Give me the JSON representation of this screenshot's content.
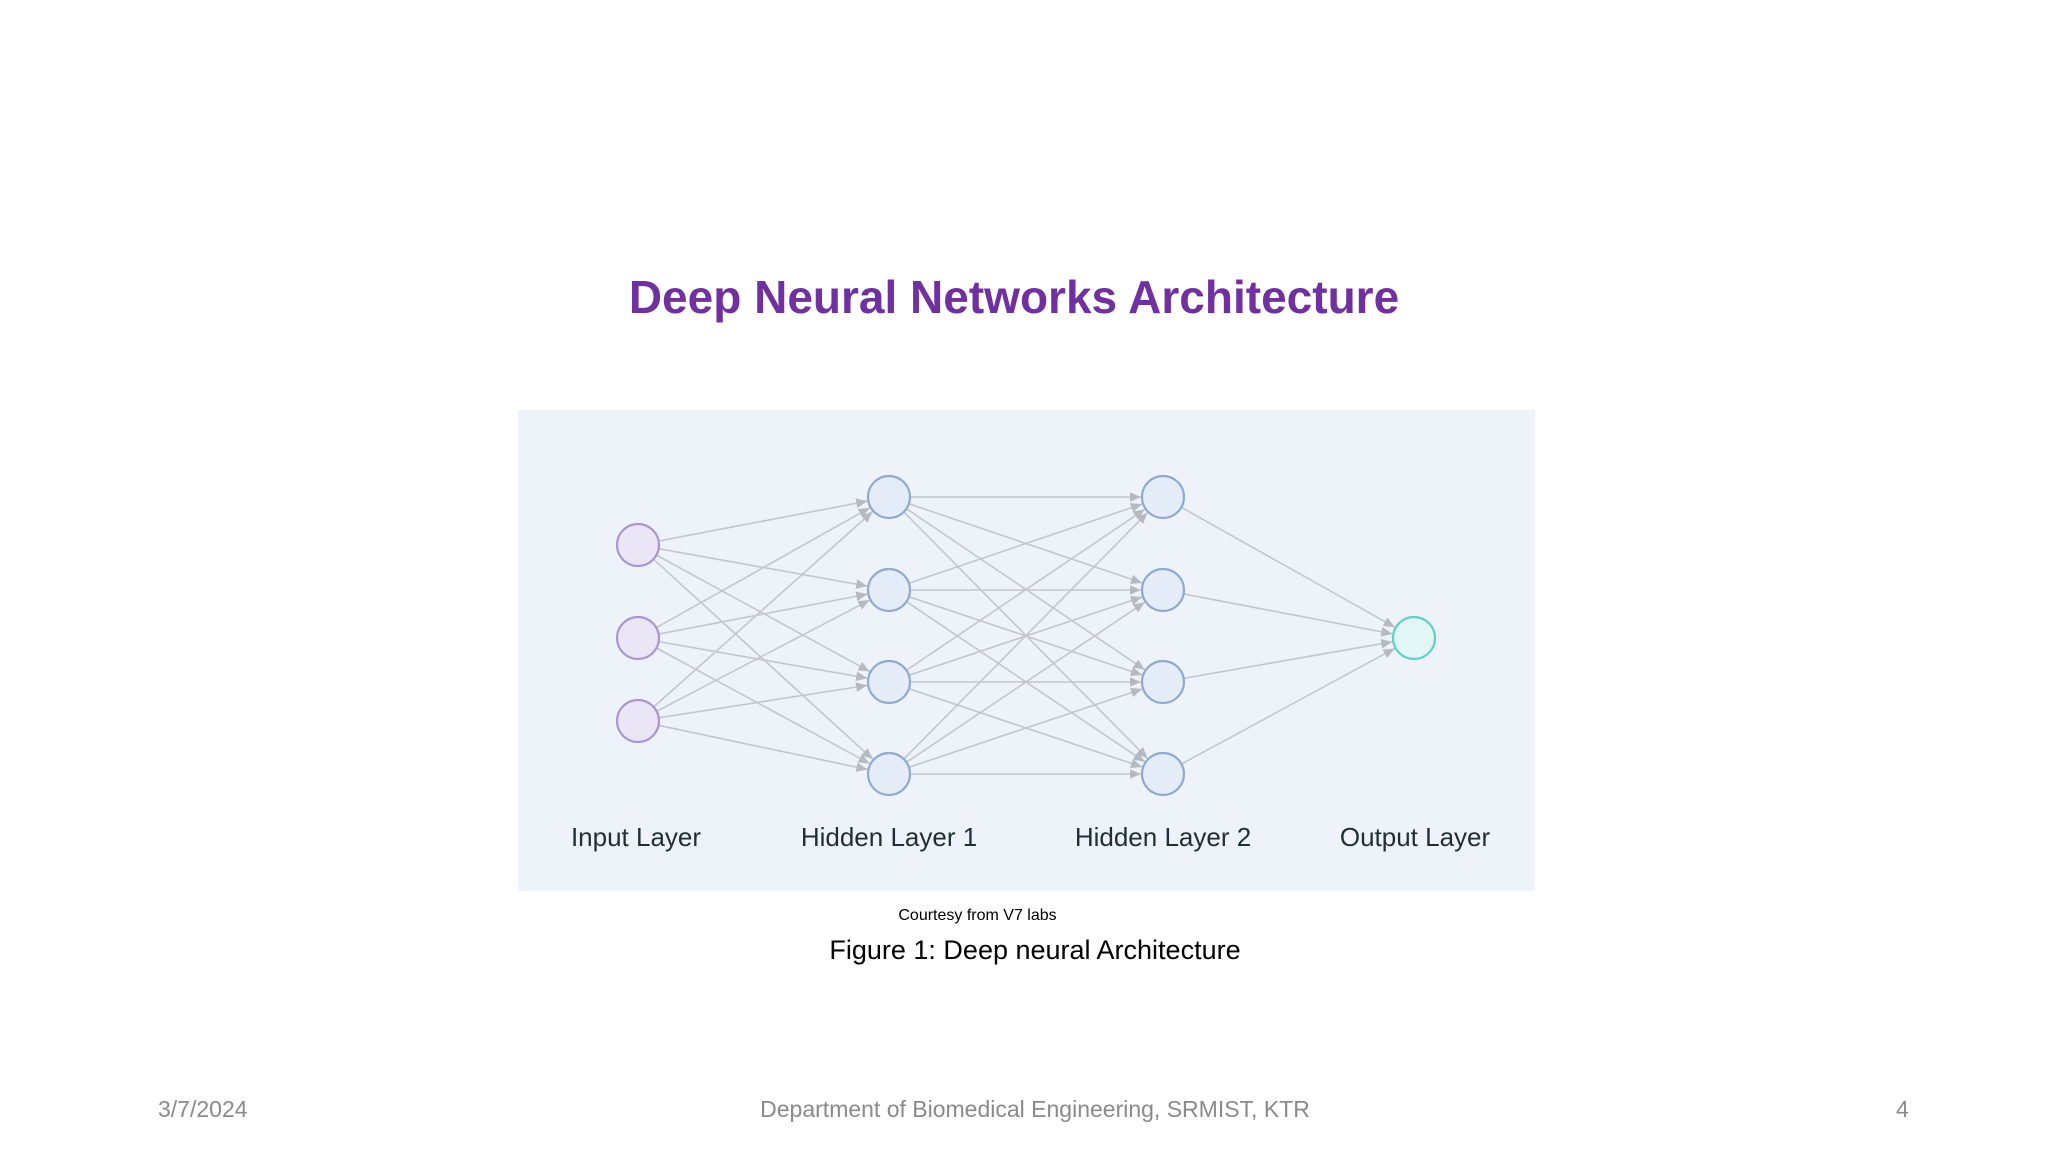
{
  "slide": {
    "title": "Deep Neural Networks Architecture",
    "courtesy": "Courtesy from V7 labs",
    "caption": "Figure 1: Deep neural Architecture"
  },
  "diagram": {
    "layers": [
      {
        "label": "Input Layer",
        "nodes": 3,
        "fill": "#ebe6f5",
        "stroke": "#a995cf"
      },
      {
        "label": "Hidden Layer 1",
        "nodes": 4,
        "fill": "#e4ecf7",
        "stroke": "#8fa9cf"
      },
      {
        "label": "Hidden Layer 2",
        "nodes": 4,
        "fill": "#e4ecf7",
        "stroke": "#8fa9cf"
      },
      {
        "label": "Output Layer",
        "nodes": 1,
        "fill": "#e3f6f6",
        "stroke": "#5fd1c0"
      }
    ],
    "edge_color": "#c3c7cc",
    "background": "#eef2f9"
  },
  "footer": {
    "date": "3/7/2024",
    "department": "Department of Biomedical Engineering, SRMIST, KTR",
    "page": "4"
  }
}
